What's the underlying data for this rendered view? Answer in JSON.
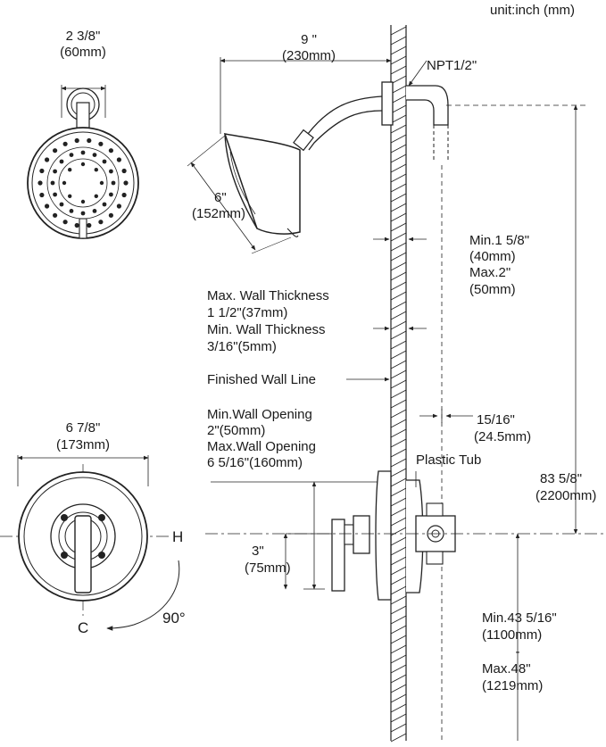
{
  "unit_note": "unit:inch (mm)",
  "arm_flange_width": {
    "inch": "2 3/8\"",
    "mm": "(60mm)"
  },
  "arm_length": {
    "inch": "9 \"",
    "mm": "(230mm)"
  },
  "thread_size": "NPT1/2\"",
  "head_diameter": {
    "inch": "6\"",
    "mm": "(152mm)"
  },
  "arm_offset": {
    "min_inch": "Min.1 5/8\"",
    "min_mm": "(40mm)",
    "max_inch": "Max.2\"",
    "max_mm": "(50mm)"
  },
  "wall_thickness": {
    "max_label": "Max. Wall Thickness",
    "max_value": "1 1/2\"(37mm)",
    "min_label": "Min. Wall Thickness",
    "min_value": "3/16\"(5mm)"
  },
  "finished_wall_line": "Finished Wall Line",
  "valve_depth": {
    "inch": "15/16\"",
    "mm": "(24.5mm)"
  },
  "trim_plate_width": {
    "inch": "6 7/8\"",
    "mm": "(173mm)"
  },
  "wall_opening": {
    "min_label": "Min.Wall Opening",
    "min_value": "2\"(50mm)",
    "max_label": "Max.Wall Opening",
    "max_value": "6 5/16\"(160mm)"
  },
  "plastic_tub": "Plastic Tub",
  "total_height": {
    "inch": "83 5/8\"",
    "mm": "(2200mm)"
  },
  "handle_offset": {
    "inch": "3\"",
    "mm": "(75mm)"
  },
  "valve_height": {
    "min_inch": "Min.43 5/16\"",
    "min_mm": "(1100mm)",
    "separator": "-",
    "max_inch": "Max.48\"",
    "max_mm": "(1219mm)"
  },
  "rotation": {
    "hot": "H",
    "cold": "C",
    "angle": "90°"
  }
}
